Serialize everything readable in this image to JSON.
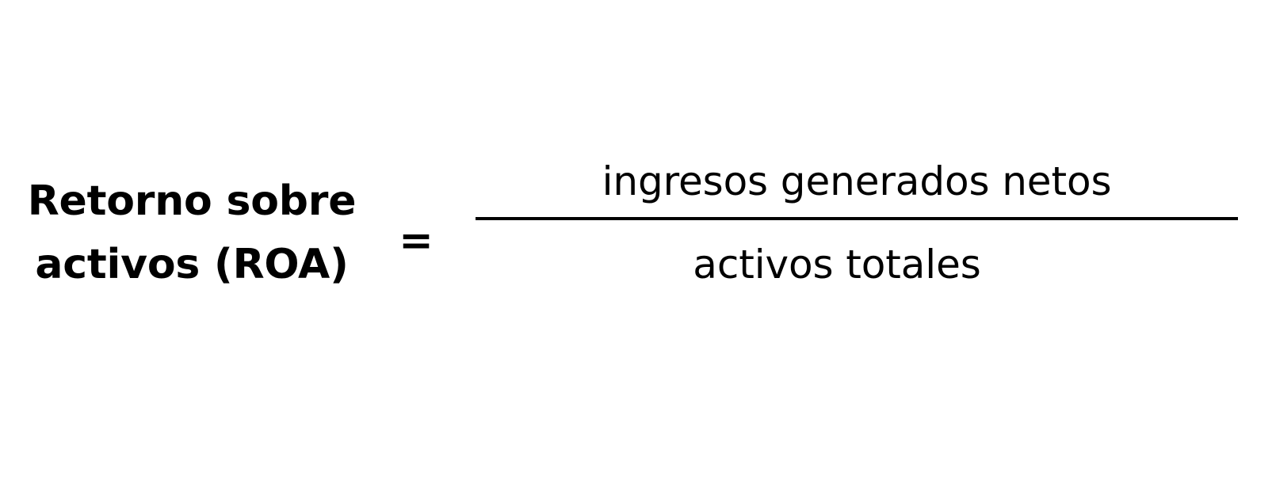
{
  "formula": {
    "label": {
      "line1": "Retorno sobre",
      "line2": "activos (ROA)",
      "full_text": "Retorno sobre activos (ROA)"
    },
    "operator": "=",
    "numerator": "ingresos generados netos",
    "denominator": "activos totales"
  },
  "colors": {
    "background": "#ffffff",
    "text": "#000000",
    "rule": "#000000"
  }
}
